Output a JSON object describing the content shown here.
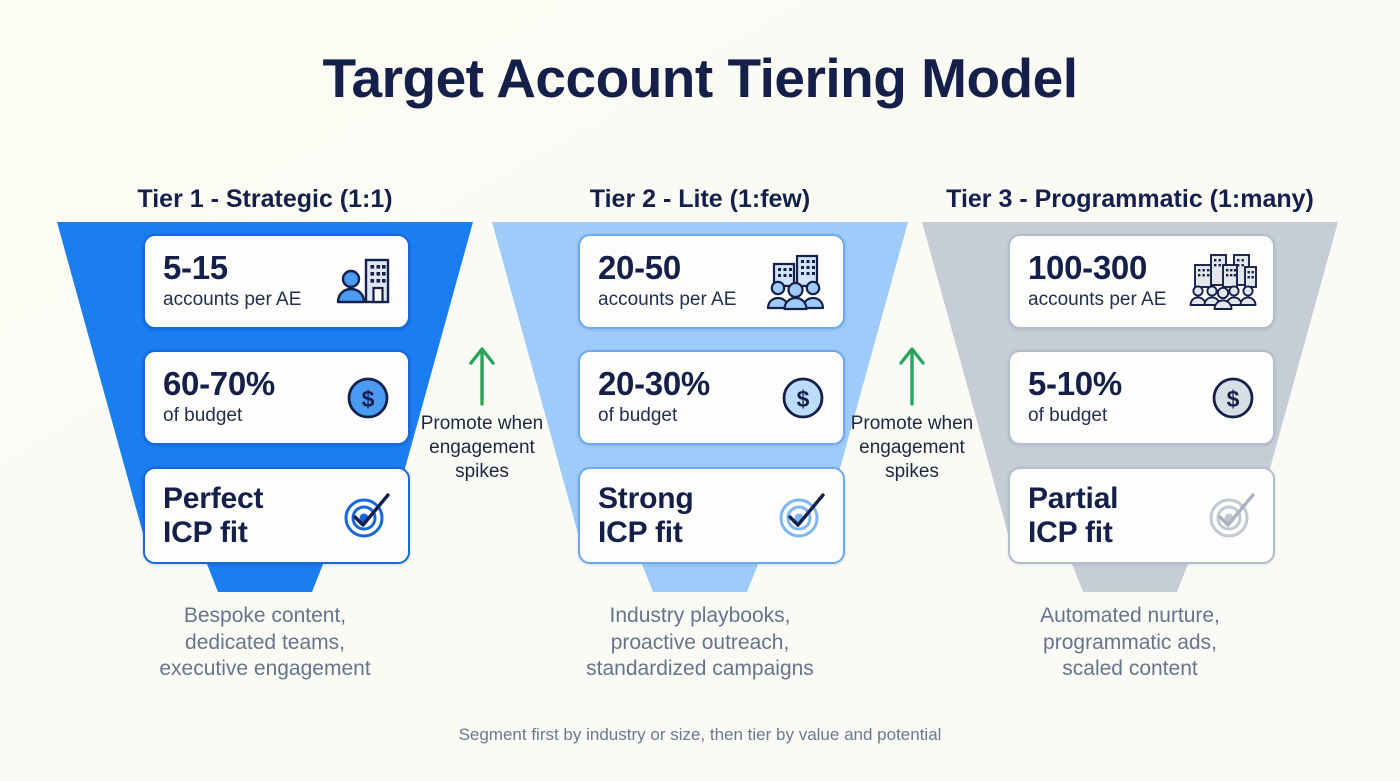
{
  "title": "Target Account Tiering Model",
  "footer_note": "Segment first by industry or size, then tier by value and potential",
  "colors": {
    "background": "#fbfbf5",
    "title": "#14204a",
    "tier1": "#1a7ef0",
    "tier2": "#9ecbfa",
    "tier3": "#c6cdd6",
    "tier1_border": "#1868db",
    "tier2_border": "#6aa9f0",
    "tier3_border": "#b4bdca",
    "promote_arrow": "#2aa45a",
    "muted_text": "#66748c"
  },
  "columns": [
    {
      "heading": "Tier 1 - Strategic (1:1)",
      "accounts_value": "5-15",
      "accounts_label": "accounts per AE",
      "accounts_icon": "person-building-icon",
      "budget_value": "60-70%",
      "budget_label": "of budget",
      "budget_icon": "dollar-coin-icon",
      "fit_line1": "Perfect",
      "fit_line2": "ICP fit",
      "fit_icon": "target-check-icon",
      "footer_line1": "Bespoke content,",
      "footer_line2": "dedicated teams,",
      "footer_line3": "executive engagement"
    },
    {
      "heading": "Tier 2 - Lite (1:few)",
      "accounts_value": "20-50",
      "accounts_label": "accounts per AE",
      "accounts_icon": "people-buildings-icon",
      "budget_value": "20-30%",
      "budget_label": "of budget",
      "budget_icon": "dollar-coin-icon",
      "fit_line1": "Strong",
      "fit_line2": "ICP fit",
      "fit_icon": "target-check-icon",
      "footer_line1": "Industry playbooks,",
      "footer_line2": "proactive outreach,",
      "footer_line3": "standardized campaigns"
    },
    {
      "heading": "Tier 3 - Programmatic (1:many)",
      "accounts_value": "100-300",
      "accounts_label": "accounts per AE",
      "accounts_icon": "crowd-cityscape-icon",
      "budget_value": "5-10%",
      "budget_label": "of budget",
      "budget_icon": "dollar-coin-icon",
      "fit_line1": "Partial",
      "fit_line2": "ICP fit",
      "fit_icon": "target-check-icon",
      "footer_line1": "Automated nurture,",
      "footer_line2": "programmatic ads,",
      "footer_line3": "scaled content"
    }
  ],
  "promotions": [
    {
      "icon": "arrow-up-icon",
      "line1": "Promote when",
      "line2": "engagement",
      "line3": "spikes"
    },
    {
      "icon": "arrow-up-icon",
      "line1": "Promote when",
      "line2": "engagement",
      "line3": "spikes"
    }
  ],
  "chart_data": {
    "type": "table",
    "title": "Target Account Tiering Model",
    "categories": [
      "Tier 1 - Strategic (1:1)",
      "Tier 2 - Lite (1:few)",
      "Tier 3 - Programmatic (1:many)"
    ],
    "series": [
      {
        "name": "accounts per AE",
        "values": [
          "5-15",
          "20-50",
          "100-300"
        ]
      },
      {
        "name": "of budget",
        "values": [
          "60-70%",
          "20-30%",
          "5-10%"
        ]
      },
      {
        "name": "ICP fit",
        "values": [
          "Perfect ICP fit",
          "Strong ICP fit",
          "Partial ICP fit"
        ]
      },
      {
        "name": "tactics",
        "values": [
          "Bespoke content, dedicated teams, executive engagement",
          "Industry playbooks, proactive outreach, standardized campaigns",
          "Automated nurture, programmatic ads, scaled content"
        ]
      }
    ],
    "annotations": [
      "Promote when engagement spikes",
      "Promote when engagement spikes",
      "Segment first by industry or size, then tier by value and potential"
    ],
    "legend": "none",
    "grid": false
  }
}
